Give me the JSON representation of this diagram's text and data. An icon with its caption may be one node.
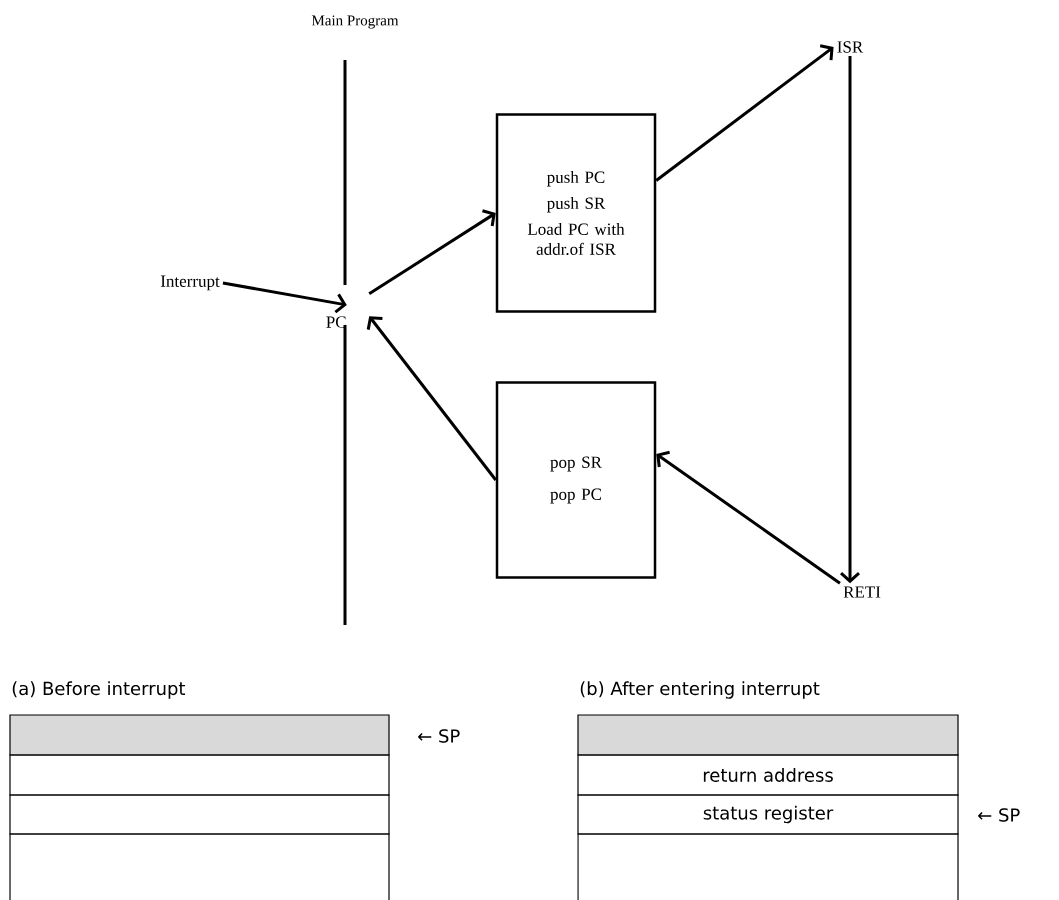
{
  "diagram": {
    "nodes": [
      {
        "text": [
          "Interrupt"
        ]
      },
      {
        "text": [
          "PC"
        ]
      },
      {
        "text": [
          "push PC",
          "push SR",
          "Load PC with addr.of ISR"
        ]
      },
      {
        "text": [
          "ISR"
        ]
      },
      {
        "text": [
          "RETI"
        ]
      },
      {
        "text": [
          "pop SR",
          "pop PC"
        ]
      }
    ],
    "edges": [
      {
        "from": 0,
        "to": 1,
        "arrow": "to"
      },
      {
        "from": 1,
        "to": 2,
        "arrow": "to"
      },
      {
        "from": 2,
        "to": 3,
        "arrow": "to"
      },
      {
        "from": 3,
        "to": 4,
        "arrow": "to"
      },
      {
        "from": 4,
        "to": 5,
        "arrow": "to"
      },
      {
        "from": 5,
        "to": 1,
        "arrow": "to"
      }
    ],
    "labels": [
      "Main Program",
      "(a) Before interrupt",
      "(b) After entering interrupt",
      "← SP",
      "return address",
      "status register",
      "← SP"
    ]
  }
}
